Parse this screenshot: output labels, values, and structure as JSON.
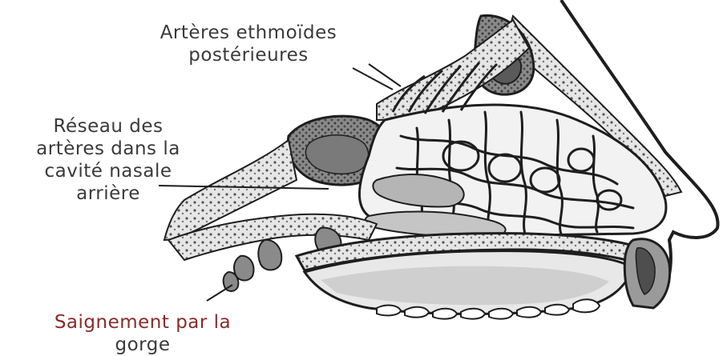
{
  "labels": {
    "ethmoid": {
      "line1": "Artères ethmoïdes",
      "line2": "postérieures"
    },
    "network": {
      "line1": "Réseau des",
      "line2": "artères dans la",
      "line3": "cavité nasale",
      "line4": "arrière"
    },
    "bleeding": {
      "line1": "Saignement par la",
      "line2": "gorge"
    }
  },
  "colors": {
    "outline": "#1e1e1e",
    "bone_fill": "#d9d9d9",
    "soft_fill": "#efefef",
    "dark_fill": "#6e6e6e",
    "label_text": "#3a3a3a",
    "bleeding_text": "#8a2a2a"
  }
}
